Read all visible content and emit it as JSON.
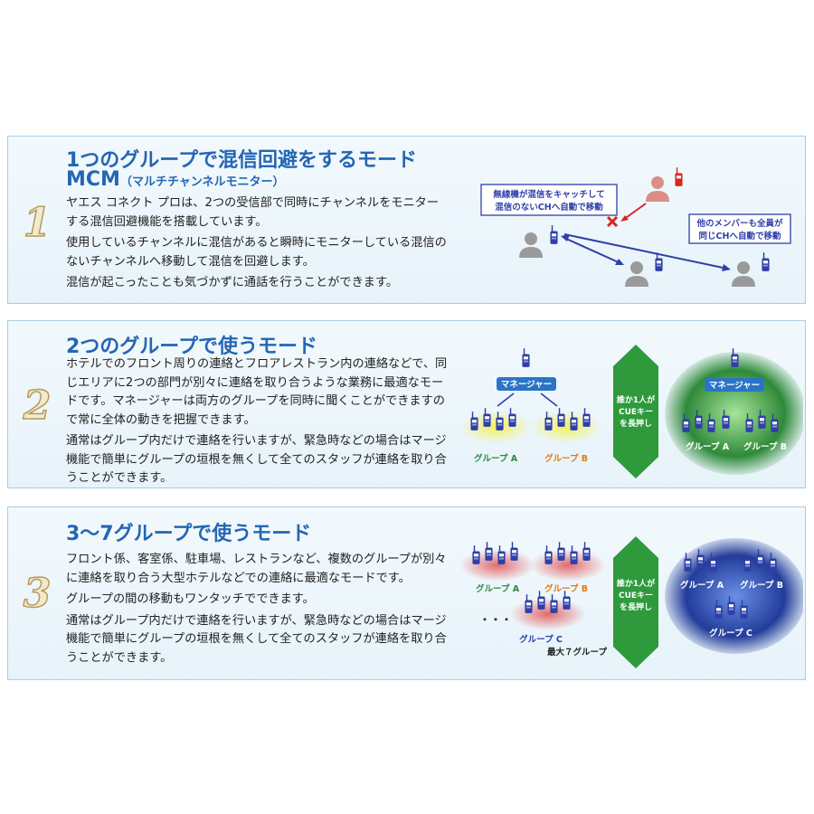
{
  "panel1": {
    "number": "1",
    "title": "1つのグループで混信回避をするモード",
    "title2": "MCM",
    "subtitle": "（マルチチャンネルモニター）",
    "paragraphs": [
      "ヤエス コネクト プロは、2つの受信部で同時にチャンネルをモニターする混信回避機能を搭載しています。",
      "使用しているチャンネルに混信があると瞬時にモニターしている混信のないチャンネルへ移動して混信を回避します。",
      "混信が起こったことも気づかずに通話を行うことができます。"
    ],
    "diagram": {
      "callout1_line1": "無線機が混信をキャッチして",
      "callout1_line2": "混信のないCHへ自動で移動",
      "callout2_line1": "他のメンバーも全員が",
      "callout2_line2": "同じCHへ自動で移動"
    }
  },
  "panel2": {
    "number": "2",
    "title": "2つのグループで使うモード",
    "paragraphs": [
      "ホテルでのフロント周りの連絡とフロアレストラン内の連絡などで、同じエリアに2つの部門が別々に連絡を取り合うような業務に最適なモードです。マネージャーは両方のグループを同時に聞くことができますので常に全体の動きを把握できます。",
      "通常はグループ内だけで連絡を行いますが、緊急時などの場合はマージ機能で簡単にグループの垣根を無くして全てのスタッフが連絡を取り合うことができます。"
    ],
    "diagram": {
      "manager": "マネージャー",
      "group_a": "グループ A",
      "group_b": "グループ B",
      "arrow_line1": "誰か1人が",
      "arrow_line2": "CUEキー",
      "arrow_line3": "を長押し",
      "merged_manager": "マネージャー",
      "merged_group_a": "グループ A",
      "merged_group_b": "グループ B"
    }
  },
  "panel3": {
    "number": "3",
    "title": "3～7グループで使うモード",
    "paragraphs": [
      "フロント係、客室係、駐車場、レストランなど、複数のグループが別々に連絡を取り合う大型ホテルなどでの連絡に最適なモードです。",
      "グループの間の移動もワンタッチでできます。",
      "通常はグループ内だけで連絡を行いますが、緊急時などの場合はマージ機能で簡単にグループの垣根を無くして全てのスタッフが連絡を取り合うことができます。"
    ],
    "diagram": {
      "group_a": "グループ A",
      "group_b": "グループ B",
      "group_c": "グループ C",
      "dots": "・・・",
      "max_label": "最大７グループ",
      "arrow_line1": "誰か1人が",
      "arrow_line2": "CUEキー",
      "arrow_line3": "を長押し",
      "merged_group_a": "グループ A",
      "merged_group_b": "グループ B",
      "merged_group_c": "グループ C"
    }
  },
  "colors": {
    "title_blue": "#2466b4",
    "radio_blue": "#2f3fa8",
    "merge_green": "#2e9a3c",
    "interference_red": "#d9261c",
    "group_a_label": "#2c8a3a",
    "group_b_label": "#e07b12"
  }
}
